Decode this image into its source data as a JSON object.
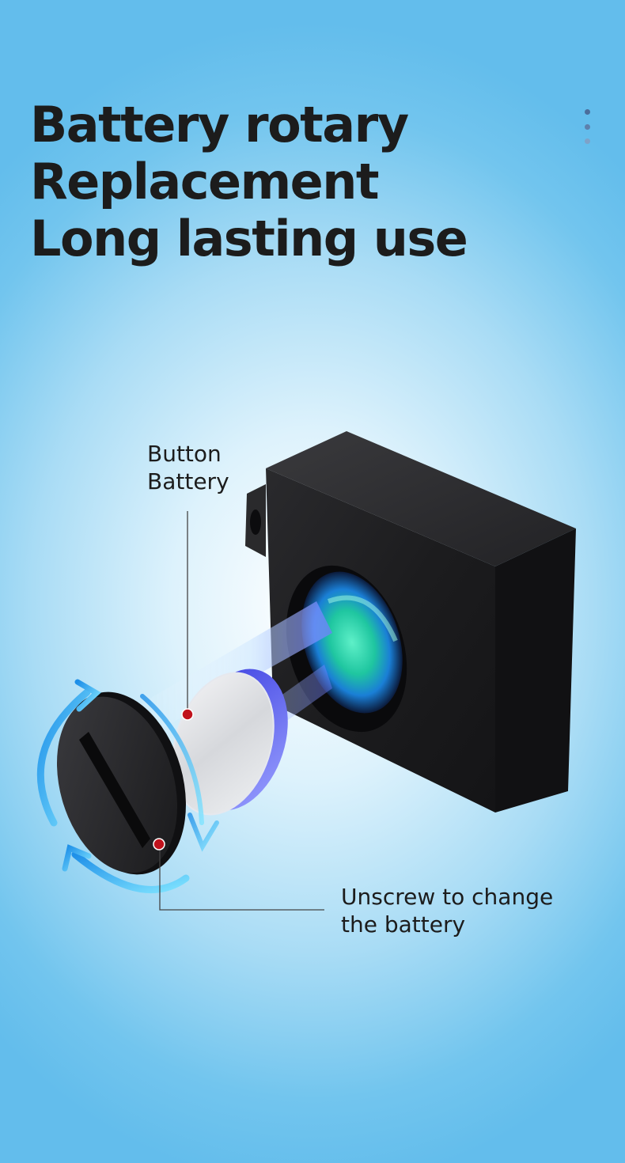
{
  "headline": {
    "line1": "Battery rotary",
    "line2": "Replacement",
    "line3": "Long lasting use"
  },
  "callouts": {
    "button_battery": {
      "line1": "Button",
      "line2": "Battery"
    },
    "unscrew": {
      "line1": "Unscrew to change",
      "line2": "the battery"
    }
  },
  "colors": {
    "background_edge": "#63bdec",
    "background_center": "#ffffff",
    "text": "#1c1c1c",
    "marker": "#c0121c",
    "rotation_arrow": "#2fa8ec",
    "device_body": "#1e1e20"
  },
  "icons": [
    "page-indicator-dots",
    "rotate-arrows-icon",
    "callout-marker-dot"
  ]
}
